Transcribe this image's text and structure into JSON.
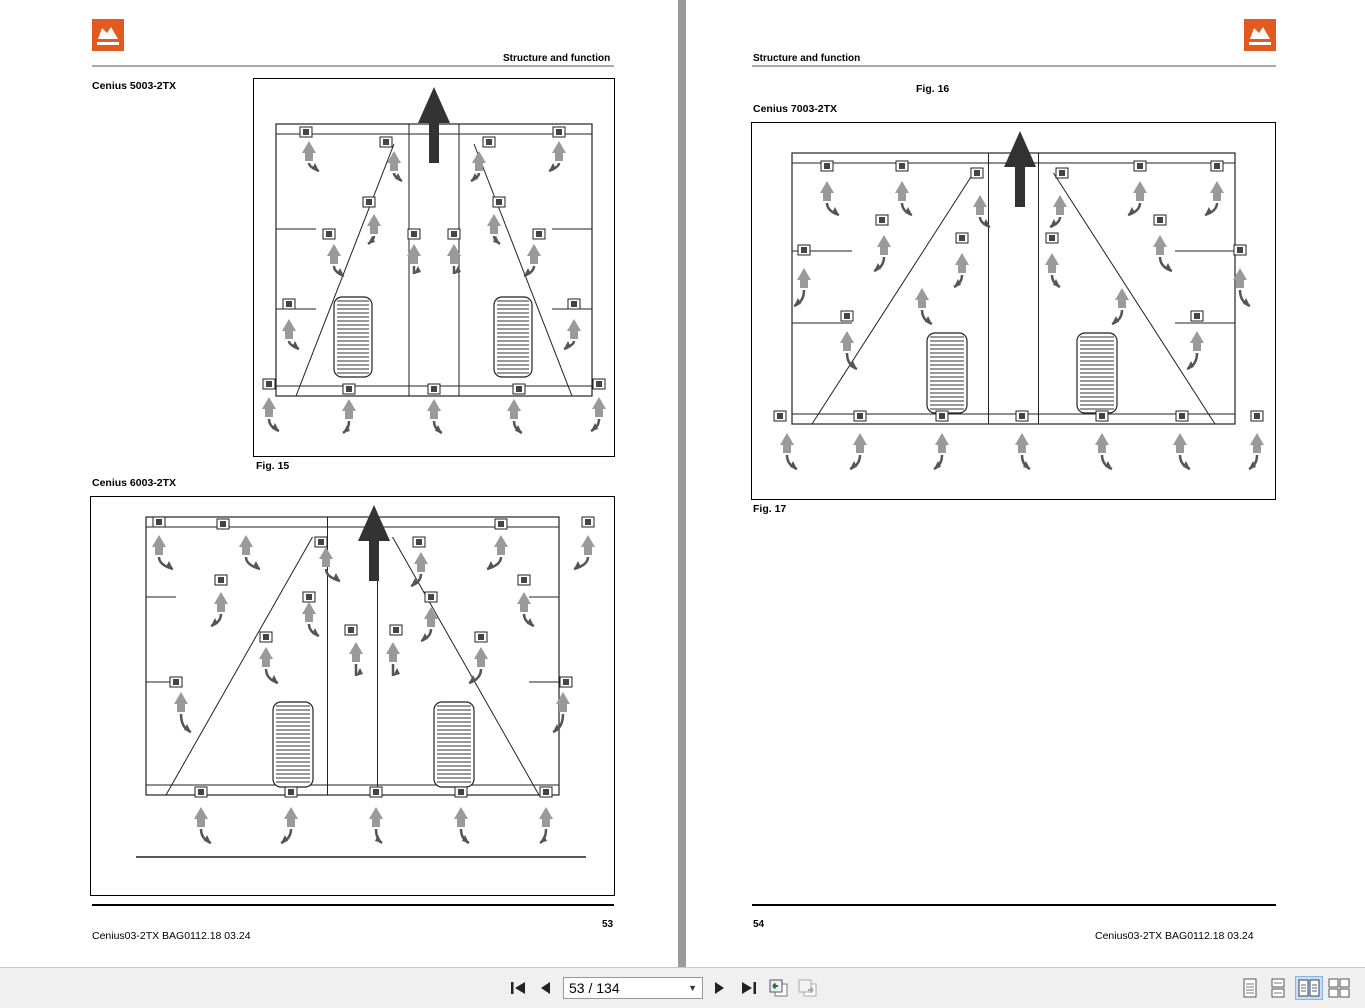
{
  "left_page": {
    "header_title": "Structure and function",
    "fig15_model": "Cenius 5003-2TX",
    "fig15_caption": "Fig. 15",
    "fig_model_6003": "Cenius 6003-2TX",
    "page_number": "53",
    "footer_doc": "Cenius03-2TX  BAG0112.18  03.24"
  },
  "right_page": {
    "header_title": "Structure and function",
    "fig16_caption": "Fig. 16",
    "fig16_model": "Cenius 7003-2TX",
    "fig17_caption": "Fig. 17",
    "page_number": "54",
    "footer_doc": "Cenius03-2TX  BAG0112.18  03.24"
  },
  "toolbar": {
    "page_indicator": "53 / 134",
    "first_icon": "first-page-icon",
    "prev_icon": "previous-page-icon",
    "next_icon": "next-page-icon",
    "last_icon": "last-page-icon"
  },
  "colors": {
    "brand_orange": "#e35a1f",
    "viewer_gray": "#9a9a9a",
    "toolbar_bg": "#f0f0f0"
  }
}
